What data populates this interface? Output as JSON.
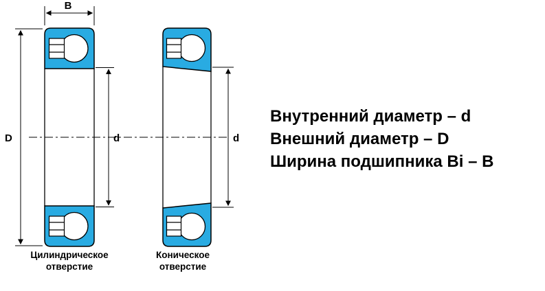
{
  "colors": {
    "bearing_fill": "#29ABE2",
    "line_color": "#000000"
  },
  "left_bearing": {
    "caption_line1": "Цилиндрическое",
    "caption_line2": "отверстие",
    "width_label": "B",
    "outer_diameter_label": "D",
    "bore_label": "d"
  },
  "right_bearing": {
    "caption_line1": "Коническое",
    "caption_line2": "отверстие",
    "bore_label": "d"
  },
  "legend": {
    "line1": "Внутренний диаметр – d",
    "line2": "Внешний диаметр – D",
    "line3": "Ширина подшипника Bi – B"
  }
}
